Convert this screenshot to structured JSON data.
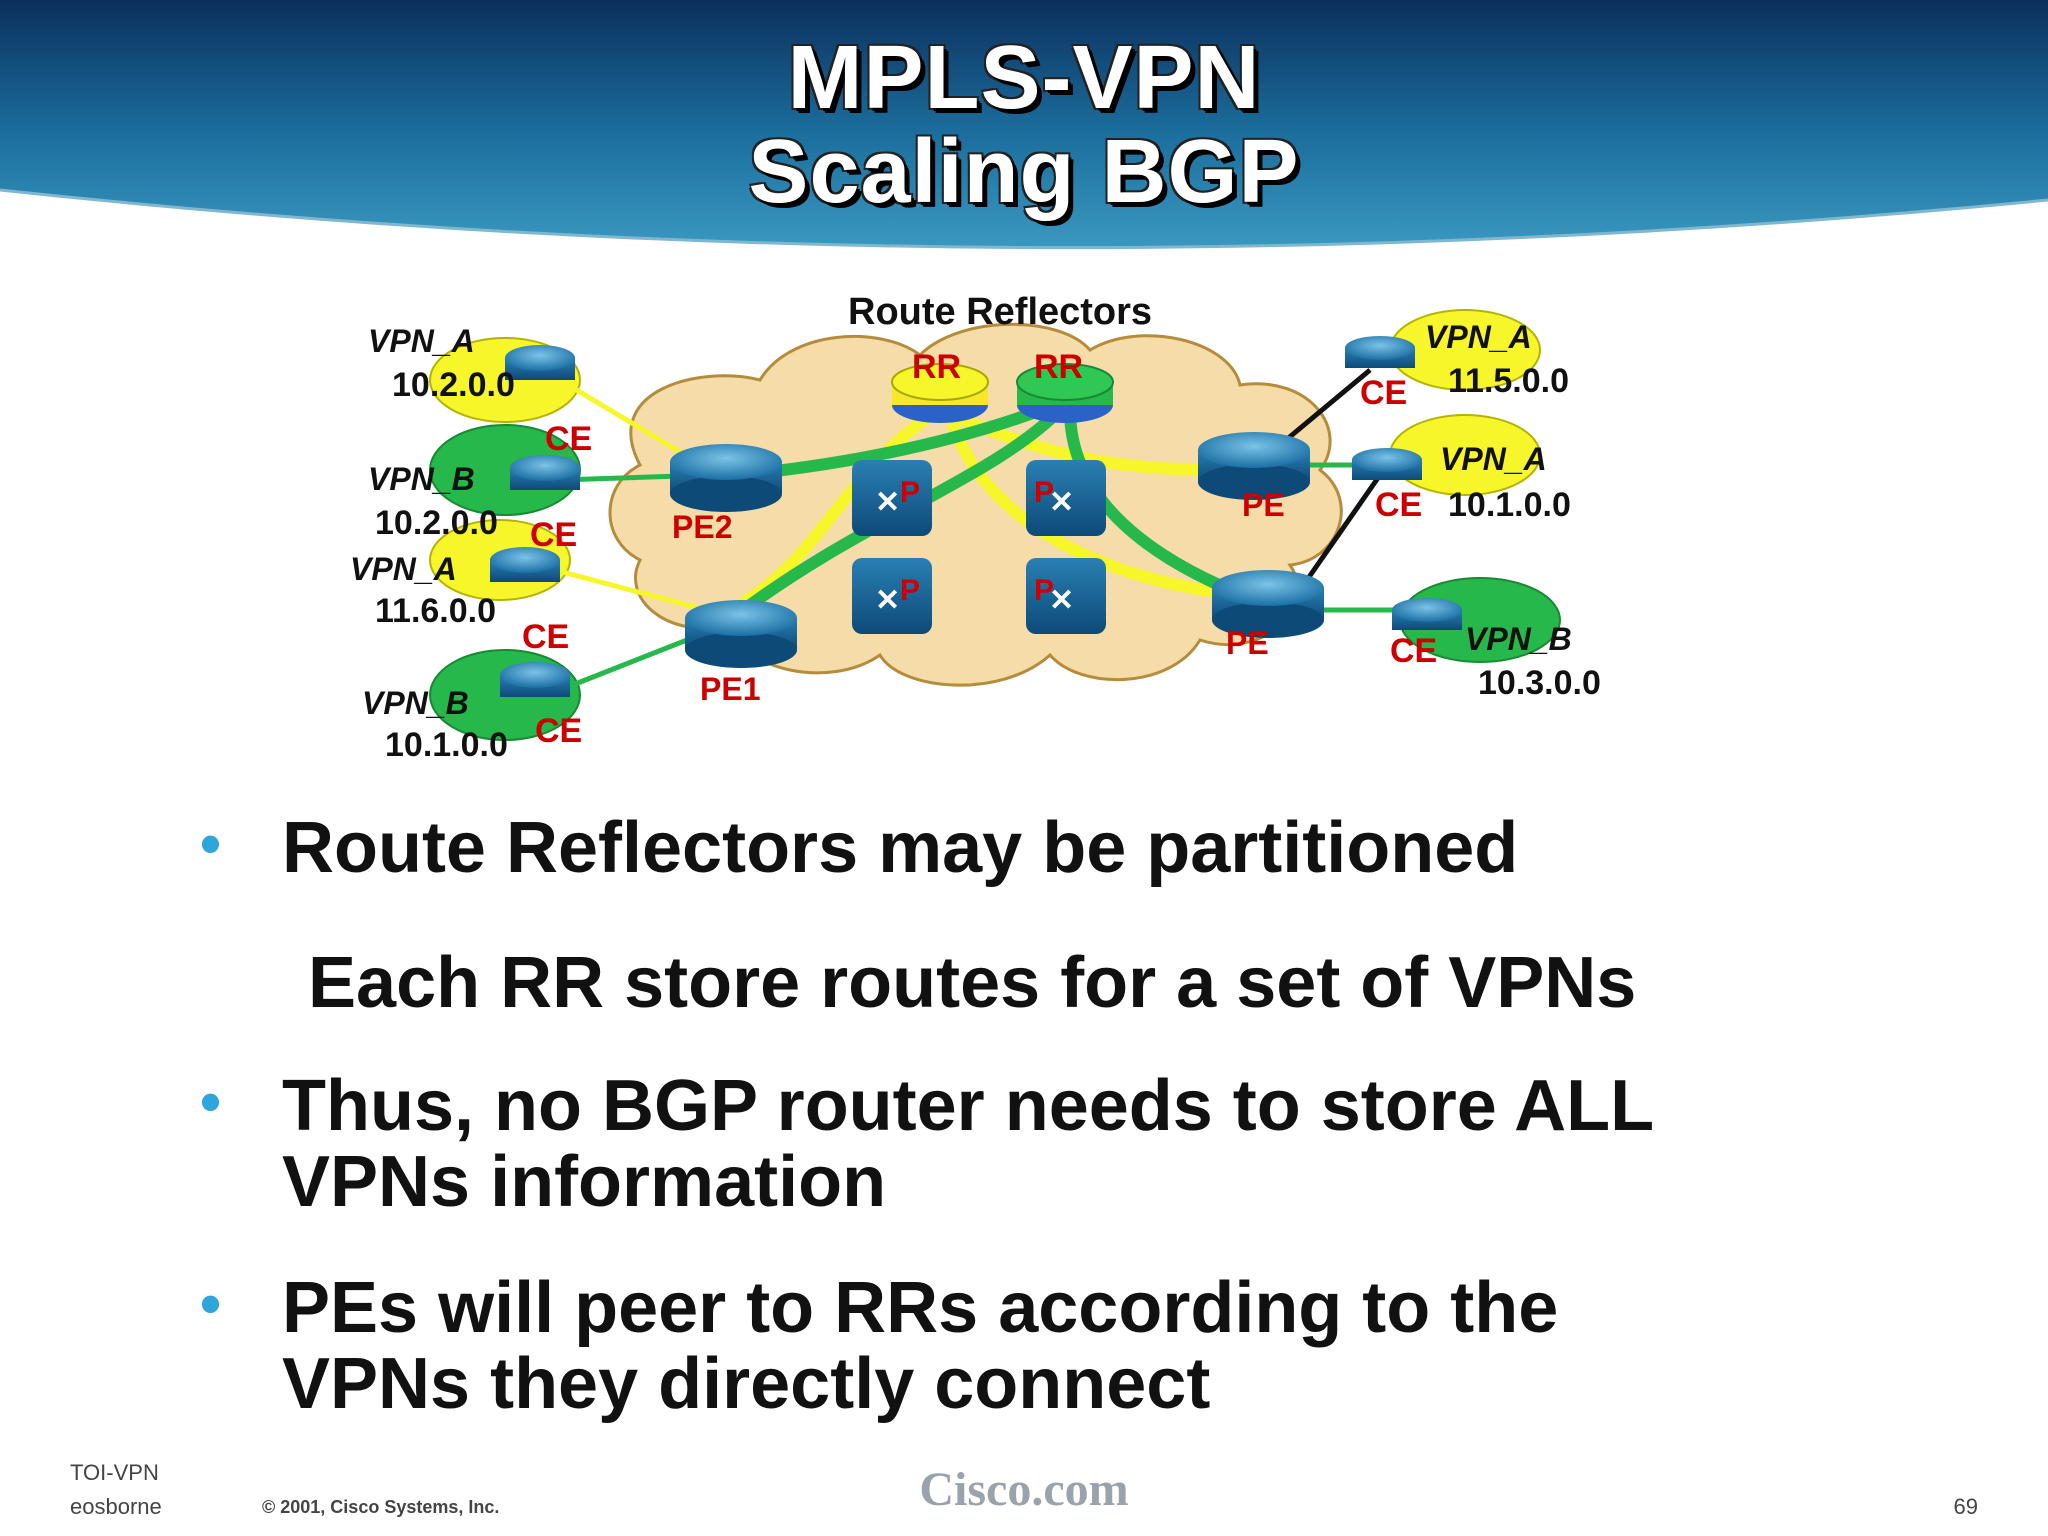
{
  "title": {
    "line1": "MPLS-VPN",
    "line2": "Scaling BGP"
  },
  "diagram": {
    "heading": "Route Reflectors",
    "rr_labels": [
      "RR",
      "RR"
    ],
    "p_label": "P",
    "pe_labels": [
      "PE2",
      "PE1",
      "PE",
      "PE"
    ],
    "ce_label": "CE",
    "left_sites": [
      {
        "vpn": "VPN_A",
        "net": "10.2.0.0"
      },
      {
        "vpn": "VPN_B",
        "net": "10.2.0.0"
      },
      {
        "vpn": "VPN_A",
        "net": "11.6.0.0"
      },
      {
        "vpn": "VPN_B",
        "net": "10.1.0.0"
      }
    ],
    "right_sites": [
      {
        "vpn": "VPN_A",
        "net": "11.5.0.0"
      },
      {
        "vpn": "VPN_A",
        "net": "10.1.0.0"
      },
      {
        "vpn": "VPN_B",
        "net": "10.3.0.0"
      }
    ],
    "colors": {
      "vpn_a": "#f6f62a",
      "vpn_b": "#26b84a",
      "core_cloud": "#f6dca8",
      "label_red": "#cc0000"
    }
  },
  "bullets": {
    "b1": "Route Reflectors may be partitioned",
    "b1_sub": "Each RR store routes for a set of VPNs",
    "b2_line1": "Thus, no BGP router needs to store ALL",
    "b2_line2": "VPNs information",
    "b3_line1": "PEs will peer to RRs according to the",
    "b3_line2": "VPNs they directly connect",
    "bullet_char": "•"
  },
  "footer": {
    "course": "TOI-VPN",
    "author": "eosborne",
    "copyright": "© 2001, Cisco Systems, Inc.",
    "logo": "Cisco.com",
    "page": "69"
  }
}
